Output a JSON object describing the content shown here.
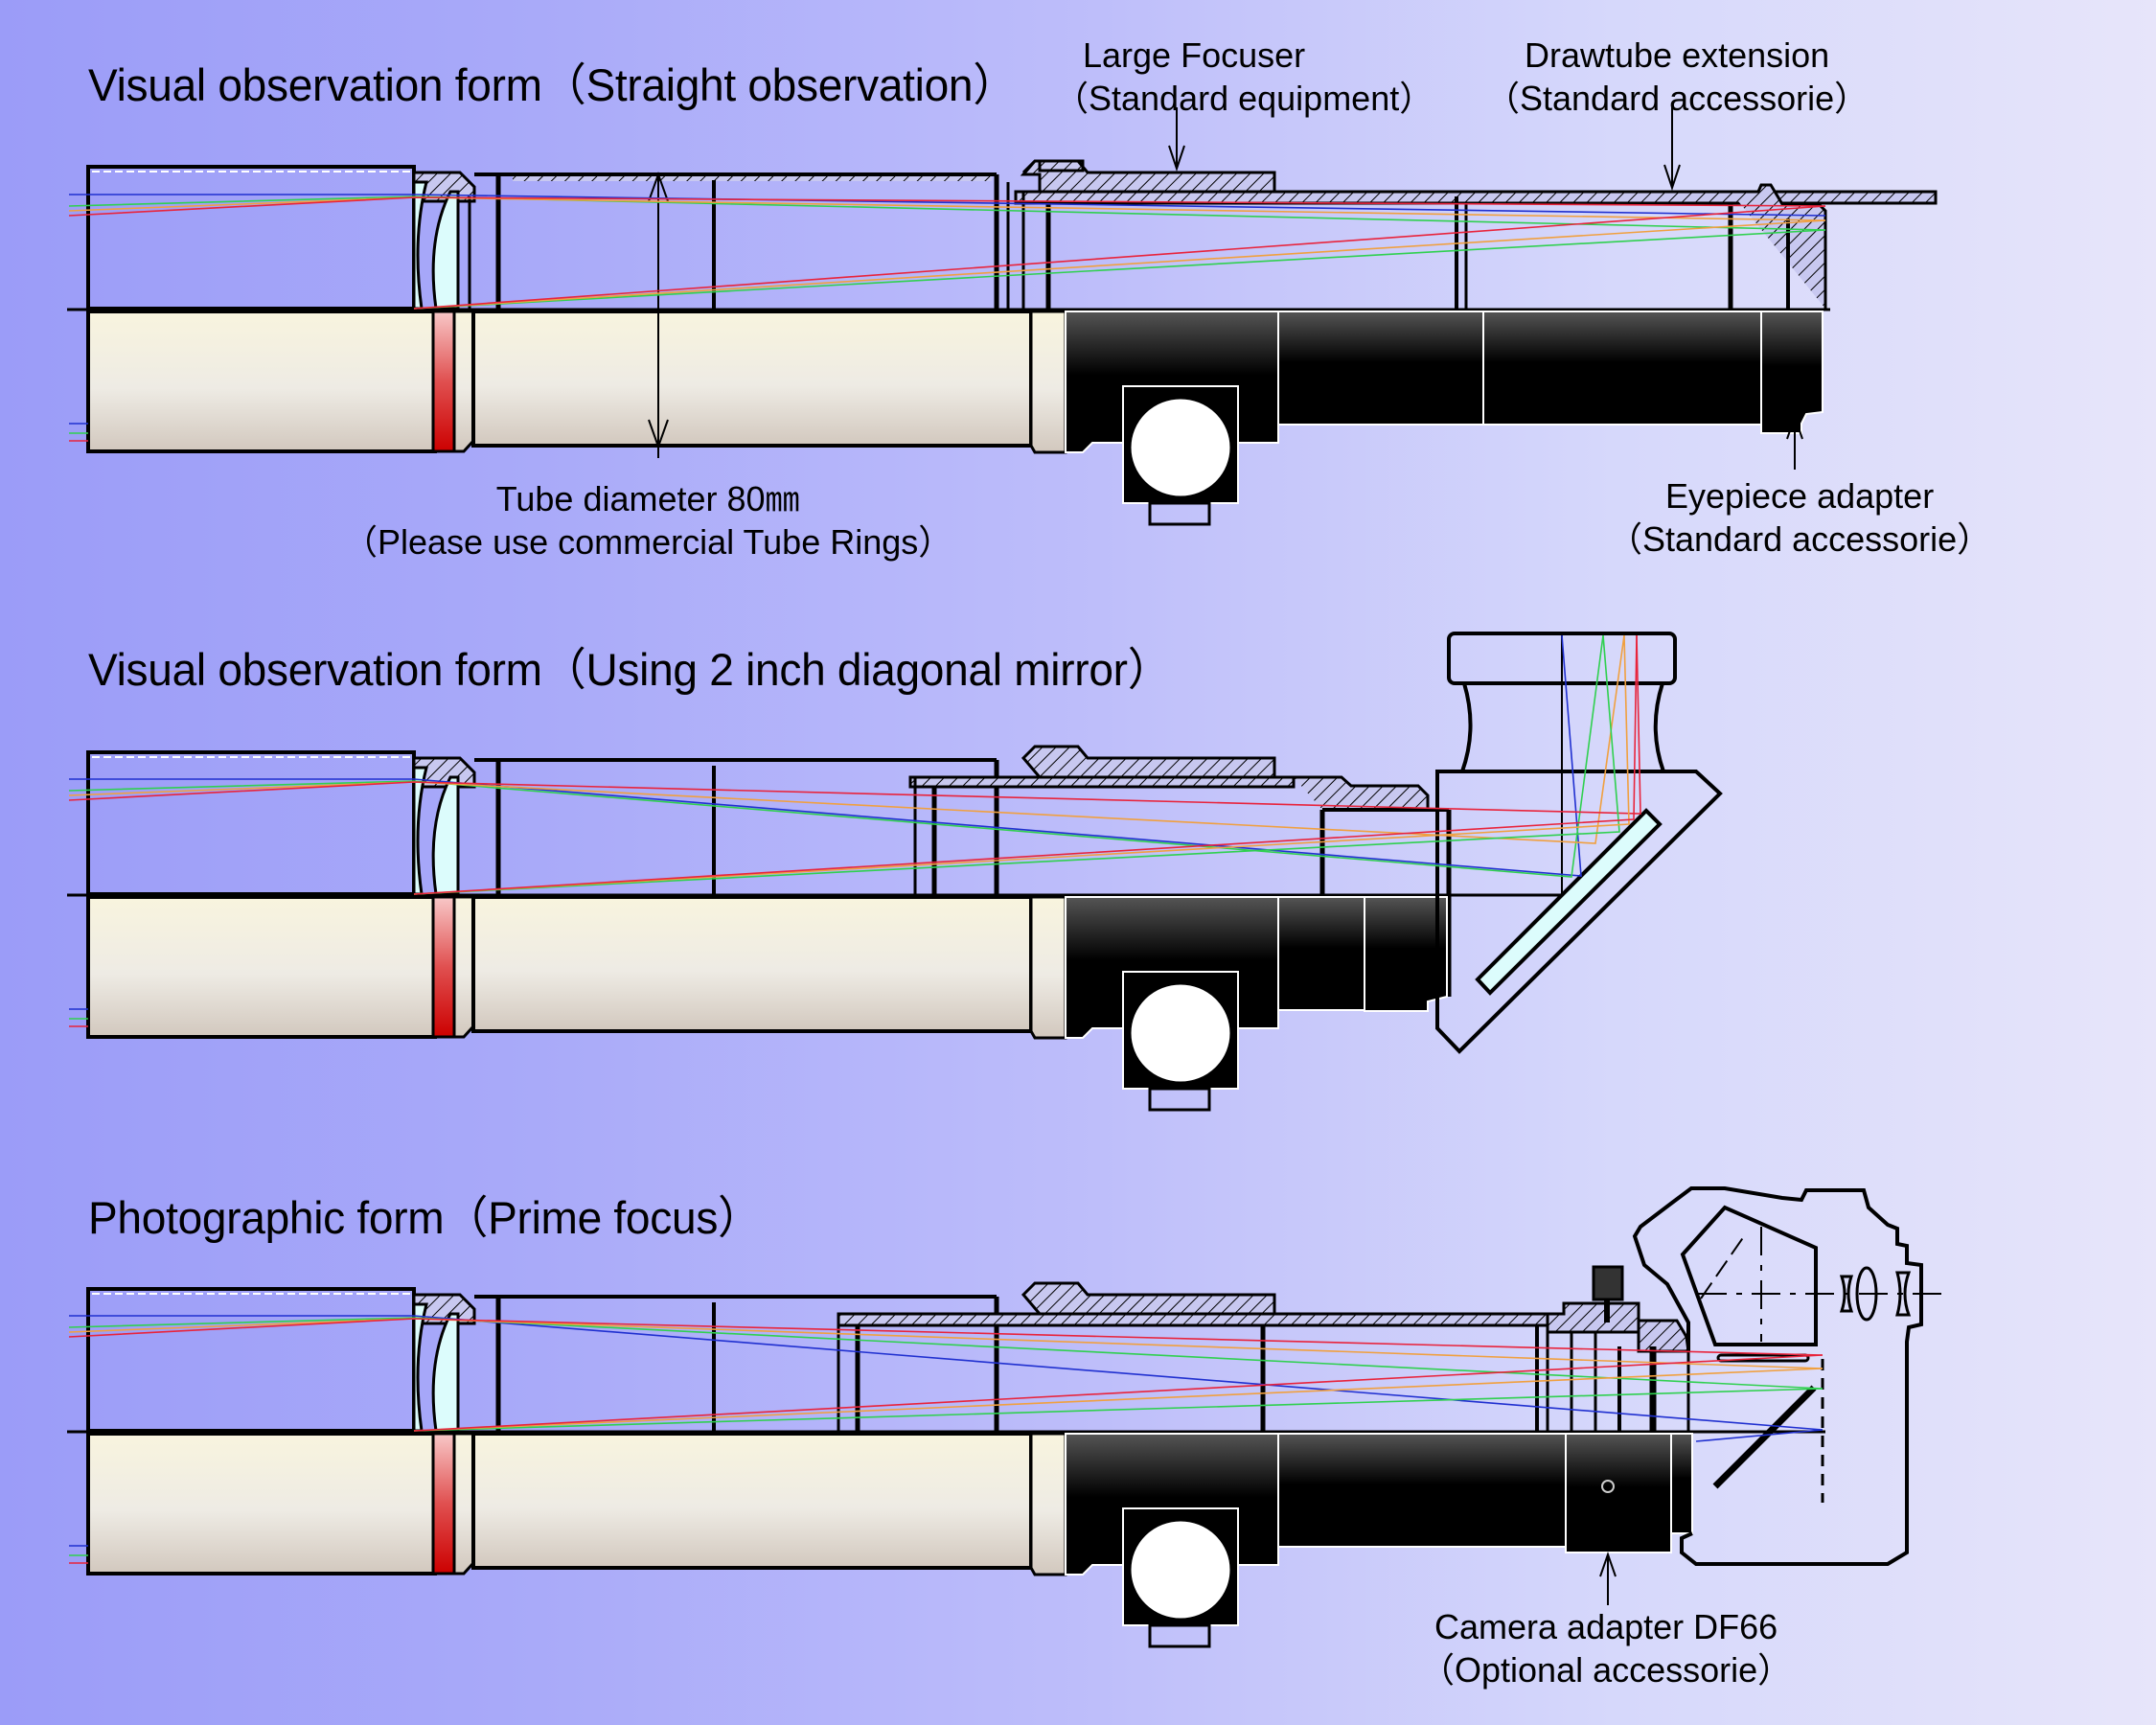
{
  "sections": [
    {
      "title": "Visual observation form（Straight observation）",
      "callouts": [
        {
          "id": "large-focuser",
          "line1": "Large Focuser",
          "line2": "（Standard equipment）"
        },
        {
          "id": "drawtube-extension",
          "line1": "Drawtube extension",
          "line2": "（Standard accessorie）"
        },
        {
          "id": "tube-diameter",
          "line1": "Tube diameter 80㎜",
          "line2": "（Please use commercial Tube Rings）"
        },
        {
          "id": "eyepiece-adapter",
          "line1": "Eyepiece adapter",
          "line2": "（Standard accessorie）"
        }
      ]
    },
    {
      "title": "Visual observation form（Using 2 inch diagonal mirror）",
      "callouts": []
    },
    {
      "title": "Photographic form（Prime focus）",
      "callouts": [
        {
          "id": "camera-adapter",
          "line1": "Camera adapter DF66",
          "line2": "（Optional accessorie）"
        }
      ]
    }
  ],
  "colors": {
    "ray_red": "#e8243c",
    "ray_orange": "#f0a040",
    "ray_green": "#30d050",
    "ray_blue": "#2030d0",
    "tube_cream": "#f6f2de",
    "lens_cyan": "#dcfcfc",
    "focuser_black": "#000000",
    "dew_shield_band": "#d01010"
  }
}
